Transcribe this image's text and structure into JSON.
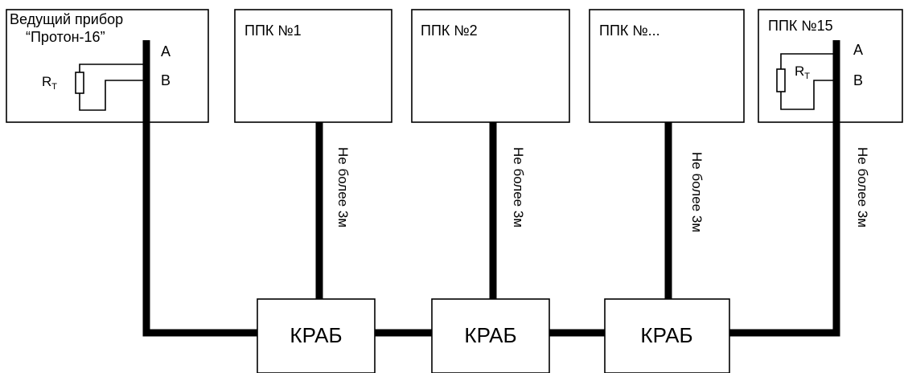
{
  "master": {
    "title_line1": "Ведущий прибор",
    "title_line2": "“Протон-16”",
    "terminal_a": "A",
    "terminal_b": "B",
    "resistor": {
      "letter": "R",
      "subscript": "T"
    }
  },
  "panels": [
    {
      "label": "ППК №1"
    },
    {
      "label": "ППК №2"
    },
    {
      "label": "ППК №..."
    },
    {
      "label": "ППК №15",
      "terminal_a": "A",
      "terminal_b": "B",
      "resistor": {
        "letter": "R",
        "subscript": "T"
      }
    }
  ],
  "crabs": [
    {
      "label": "КРАБ"
    },
    {
      "label": "КРАБ"
    },
    {
      "label": "КРАБ"
    }
  ],
  "cable_notes": [
    {
      "line1": "Не",
      "line2": "более",
      "line3": "3м"
    },
    {
      "line1": "Не",
      "line2": "более",
      "line3": "3м"
    },
    {
      "line1": "Не",
      "line2": "более",
      "line3": "3м"
    },
    {
      "line1": "Не",
      "line2": "более",
      "line3": "3м"
    }
  ]
}
